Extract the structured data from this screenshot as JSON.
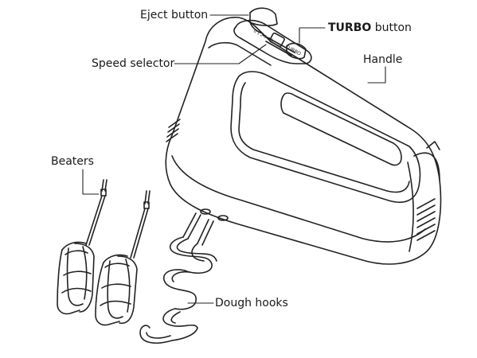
{
  "labels": {
    "eject": "Eject button",
    "turbo_bold": "TURBO",
    "turbo_rest": " button",
    "speed": "Speed selector",
    "handle": "Handle",
    "beaters": "Beaters",
    "dough": "Dough hooks"
  },
  "selector_marks": "0 1 2 3 4 5",
  "selector_badge": "TURBO",
  "colors": {
    "line": "#222222",
    "fill": "#ffffff"
  }
}
